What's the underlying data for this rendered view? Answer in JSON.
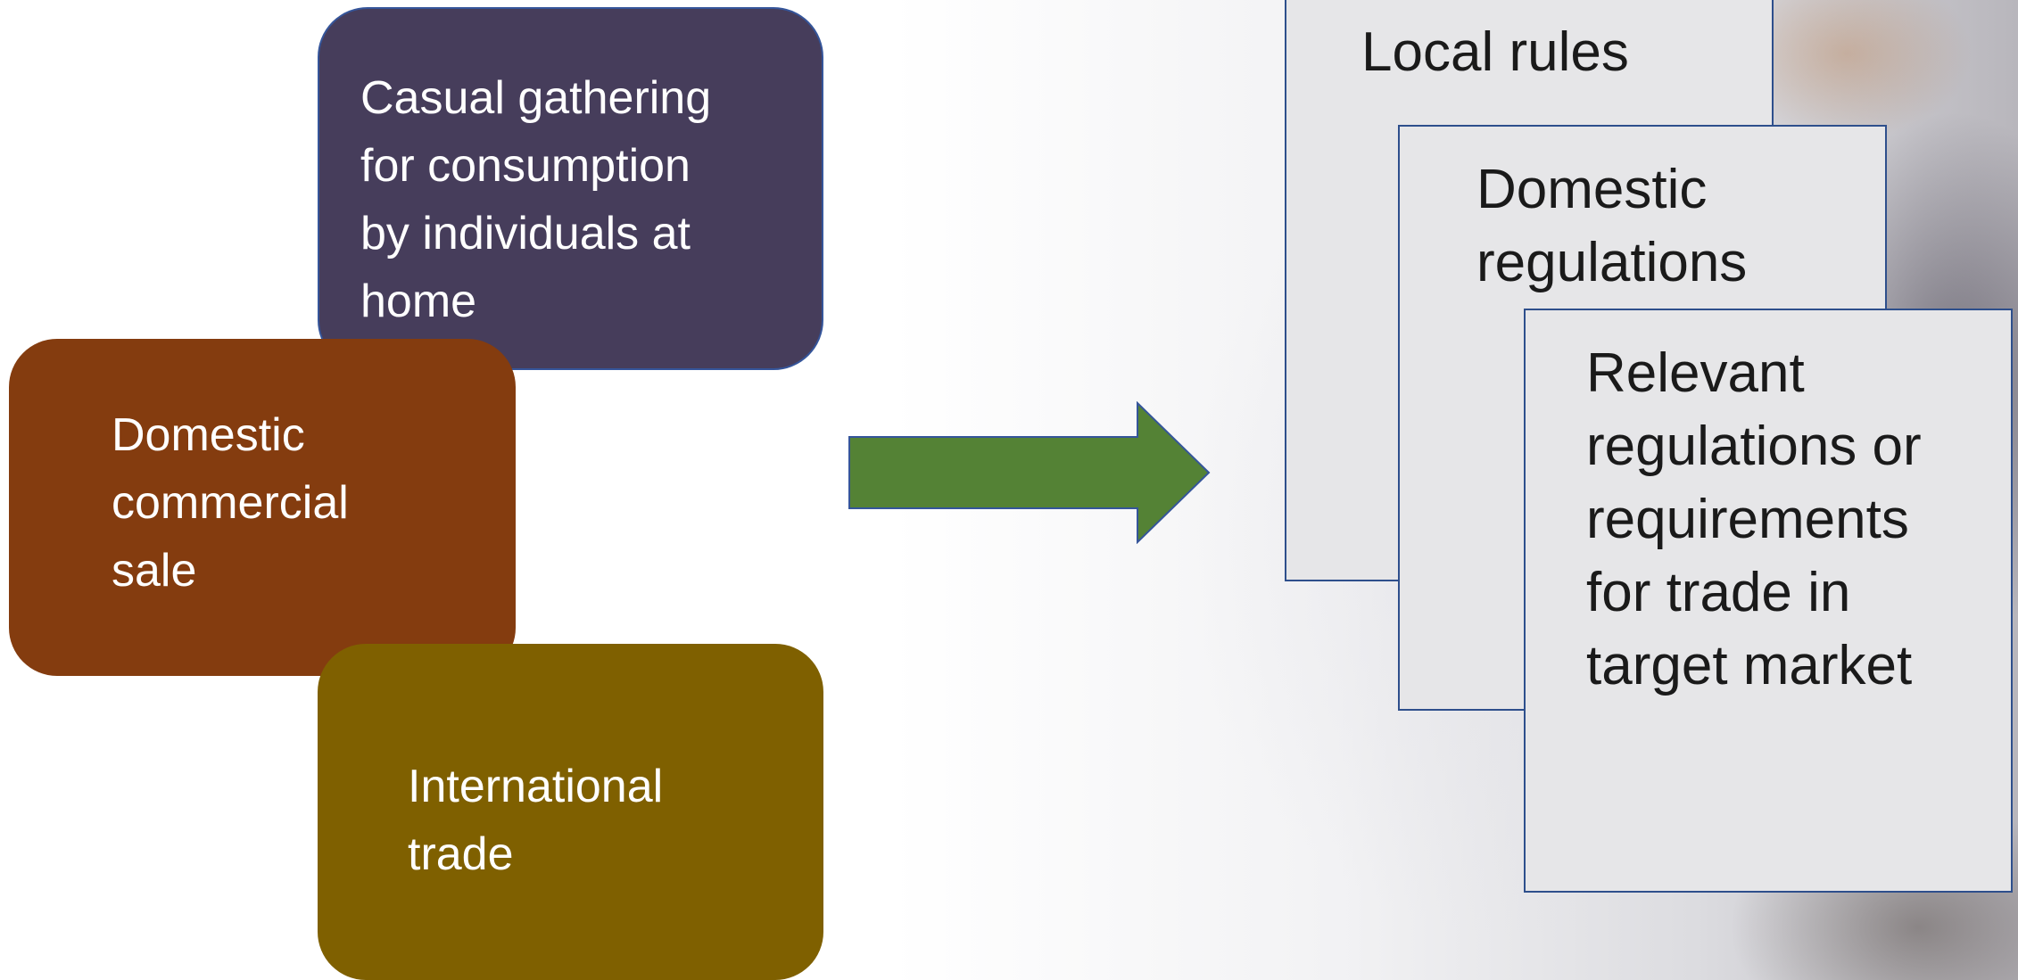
{
  "left_boxes": {
    "casual": {
      "lines": [
        "Casual gathering",
        "for consumption",
        "by individuals at",
        "home"
      ],
      "color": "#463d5b"
    },
    "domestic": {
      "lines": [
        "Domestic",
        "commercial",
        "sale"
      ],
      "color": "#843c0f"
    },
    "international": {
      "lines": [
        "International",
        "trade"
      ],
      "color": "#7f6000"
    }
  },
  "arrow": {
    "color": "#548235"
  },
  "right_cards": {
    "local": {
      "lines": [
        "Local rules"
      ]
    },
    "domestic_reg": {
      "lines": [
        "Domestic",
        "regulations"
      ]
    },
    "relevant": {
      "lines": [
        "Relevant",
        "regulations or",
        "requirements",
        "for trade in",
        "target market"
      ]
    },
    "card_fill": "#e6e6e8",
    "card_border": "#2e4f8c"
  }
}
